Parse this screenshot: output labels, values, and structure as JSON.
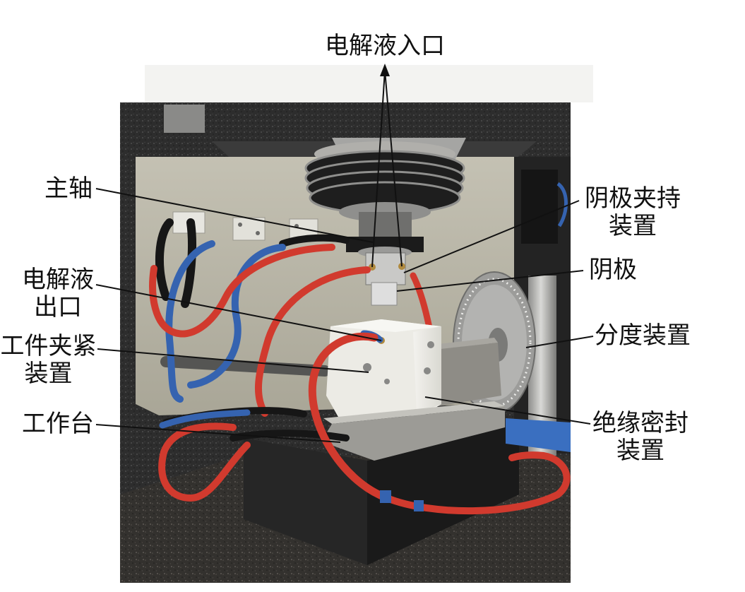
{
  "figure": {
    "labels": {
      "electrolyte_inlet": "电解液入口",
      "spindle": "主轴",
      "cathode_holder": [
        "阴极夹持",
        "装置"
      ],
      "cathode": "阴极",
      "electrolyte_outlet": [
        "电解液",
        "出口"
      ],
      "indexing_device": "分度装置",
      "workpiece_clamp": [
        "工件夹紧",
        "装置"
      ],
      "worktable": "工作台",
      "insulation_seal": [
        "绝缘密封",
        "装置"
      ]
    }
  },
  "colors": {
    "label_text": "#111111",
    "leader_line": "#111111",
    "red_hose": "#d13a2e",
    "blue_hose": "#3563b0",
    "black_cable": "#161616",
    "workpiece_fixture": "#ecebe5",
    "granite": "#2d2d2d",
    "blue_rail": "#3a6fc0"
  }
}
